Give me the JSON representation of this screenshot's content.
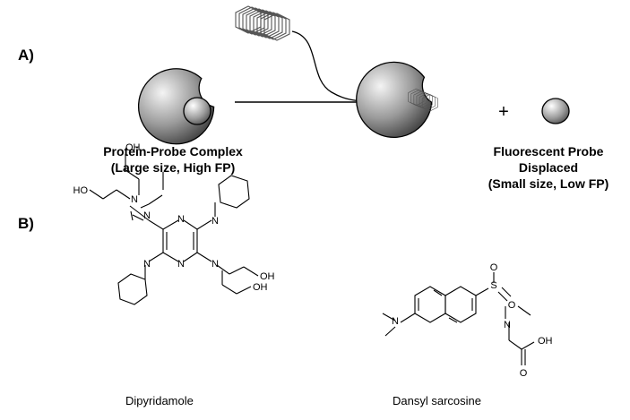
{
  "panel_a": {
    "label": "A)",
    "complex_caption": [
      "Protein-Probe Complex",
      "(Large size, High FP)"
    ],
    "plus_sign": "+",
    "displaced_caption": [
      "Fluorescent Probe",
      "Displaced",
      "(Small size, Low FP)"
    ]
  },
  "panel_b": {
    "label": "B)",
    "dipyridamole": {
      "name": "Dipyridamole",
      "atoms": {
        "n": "N",
        "oh": "OH",
        "ho": "HO"
      }
    },
    "dansyl": {
      "name": "Dansyl sarcosine",
      "atoms": {
        "n": "N",
        "s": "S",
        "o": "O",
        "oh": "OH"
      }
    }
  },
  "colors": {
    "line": "#000000",
    "sphere_light": "#f2f2f2",
    "sphere_dark": "#4a4a4a",
    "ligand_stroke": "#555555"
  }
}
